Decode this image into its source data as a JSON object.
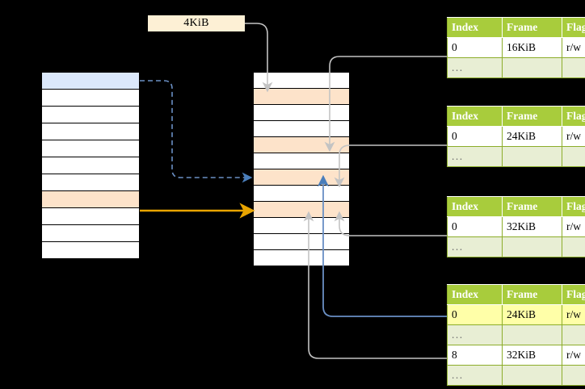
{
  "diagram": {
    "title_label": {
      "text": "4KiB"
    },
    "left_column": {
      "name": "virtual-address-space",
      "rows": [
        {
          "fill": "blue"
        },
        {
          "fill": "white"
        },
        {
          "fill": "white"
        },
        {
          "fill": "white"
        },
        {
          "fill": "white"
        },
        {
          "fill": "white"
        },
        {
          "fill": "white"
        },
        {
          "fill": "peach"
        },
        {
          "fill": "white"
        },
        {
          "fill": "white"
        },
        {
          "fill": "white"
        }
      ]
    },
    "middle_column": {
      "name": "physical-memory",
      "rows": [
        {
          "fill": "white"
        },
        {
          "fill": "peach"
        },
        {
          "fill": "white"
        },
        {
          "fill": "white"
        },
        {
          "fill": "peach"
        },
        {
          "fill": "white"
        },
        {
          "fill": "peach"
        },
        {
          "fill": "white"
        },
        {
          "fill": "peach"
        },
        {
          "fill": "white"
        },
        {
          "fill": "white"
        },
        {
          "fill": "white"
        }
      ]
    },
    "tables": [
      {
        "name": "page-table-level-1",
        "headers": [
          "Index",
          "Frame",
          "Flags"
        ],
        "rows": [
          {
            "cells": [
              "0",
              "16KiB",
              "r/w"
            ],
            "ellipsis": false,
            "highlight": [
              false,
              false,
              false
            ]
          },
          {
            "cells": [
              "...",
              "",
              ""
            ],
            "ellipsis": true,
            "highlight": [
              false,
              false,
              false
            ]
          }
        ]
      },
      {
        "name": "page-table-level-2",
        "headers": [
          "Index",
          "Frame",
          "Flags"
        ],
        "rows": [
          {
            "cells": [
              "0",
              "24KiB",
              "r/w"
            ],
            "ellipsis": false,
            "highlight": [
              false,
              false,
              false
            ]
          },
          {
            "cells": [
              "...",
              "",
              ""
            ],
            "ellipsis": true,
            "highlight": [
              false,
              false,
              false
            ]
          }
        ]
      },
      {
        "name": "page-table-level-3",
        "headers": [
          "Index",
          "Frame",
          "Flags"
        ],
        "rows": [
          {
            "cells": [
              "0",
              "32KiB",
              "r/w"
            ],
            "ellipsis": false,
            "highlight": [
              false,
              false,
              false
            ]
          },
          {
            "cells": [
              "...",
              "",
              ""
            ],
            "ellipsis": true,
            "highlight": [
              false,
              false,
              false
            ]
          }
        ]
      },
      {
        "name": "page-table-level-4",
        "headers": [
          "Index",
          "Frame",
          "Flags"
        ],
        "rows": [
          {
            "cells": [
              "0",
              "24KiB",
              "r/w"
            ],
            "ellipsis": false,
            "highlight": [
              true,
              true,
              true
            ]
          },
          {
            "cells": [
              "...",
              "",
              ""
            ],
            "ellipsis": true,
            "highlight": [
              false,
              false,
              false
            ]
          },
          {
            "cells": [
              "8",
              "32KiB",
              "r/w"
            ],
            "ellipsis": false,
            "highlight": [
              false,
              false,
              false
            ]
          },
          {
            "cells": [
              "...",
              "",
              ""
            ],
            "ellipsis": true,
            "highlight": [
              false,
              false,
              false
            ]
          }
        ]
      }
    ],
    "colors": {
      "background": "#000000",
      "table_header": "#a8cc3c",
      "table_border": "#8cad2a",
      "ellipsis_row": "#e8eed4",
      "highlight_cell": "#ffffa8",
      "blue_cell": "#dbe8fb",
      "peach_cell": "#fde3ca",
      "label_box": "#fdf0d5",
      "wire_gray": "#b3b3b3",
      "wire_blue": "#6a8fc4",
      "arrow_orange": "#e8a400",
      "arrow_blue_dashed": "#6a8fc4"
    },
    "connectors": [
      {
        "name": "dashed-blue-vpage-to-frame",
        "style": "dashed",
        "color": "#6a8fc4"
      },
      {
        "name": "solid-orange-vpage-to-frame",
        "style": "solid",
        "color": "#e8a400"
      },
      {
        "name": "gray-l1-table-to-frame",
        "style": "solid",
        "color": "#b3b3b3"
      },
      {
        "name": "gray-l2-table-to-frame",
        "style": "solid",
        "color": "#b3b3b3"
      },
      {
        "name": "gray-l3-table-to-frame",
        "style": "solid",
        "color": "#b3b3b3"
      },
      {
        "name": "gray-l4-table-row8-to-frame",
        "style": "solid",
        "color": "#b3b3b3"
      },
      {
        "name": "blue-l4-table-row0-to-frame",
        "style": "solid",
        "color": "#6a8fc4"
      },
      {
        "name": "gray-label-to-frame",
        "style": "solid",
        "color": "#b3b3b3"
      }
    ]
  }
}
